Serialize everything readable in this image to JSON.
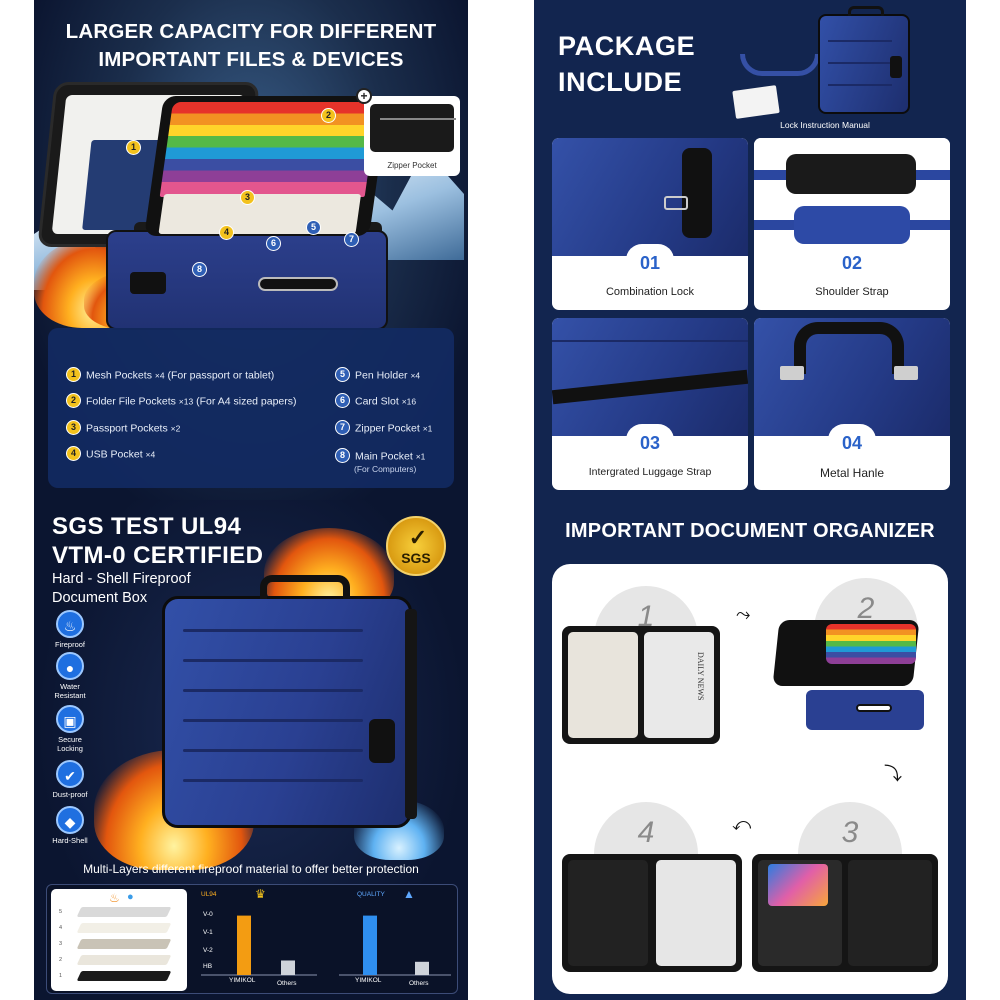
{
  "left_top": {
    "title_line1": "LARGER CAPACITY FOR DIFFERENT",
    "title_line2": "IMPORTANT FILES & DEVICES",
    "zipper_label": "Zipper Pocket",
    "plus_symbol": "+",
    "markers": [
      "1",
      "2",
      "3",
      "4",
      "5",
      "6",
      "7",
      "8"
    ],
    "legend": [
      {
        "num": "1",
        "text": "Mesh Pockets",
        "qty": "×4",
        "extra": "(For passport or tablet)"
      },
      {
        "num": "2",
        "text": "Folder File Pockets",
        "qty": "×13",
        "extra": "(For A4 sized papers)"
      },
      {
        "num": "3",
        "text": "Passport Pockets",
        "qty": "×2",
        "extra": ""
      },
      {
        "num": "4",
        "text": "USB Pocket",
        "qty": "×4",
        "extra": ""
      },
      {
        "num": "5",
        "text": "Pen Holder",
        "qty": "×4",
        "extra": ""
      },
      {
        "num": "6",
        "text": "Card Slot",
        "qty": "×16",
        "extra": ""
      },
      {
        "num": "7",
        "text": "Zipper Pocket",
        "qty": "×1",
        "extra": ""
      },
      {
        "num": "8",
        "text": "Main Pocket",
        "qty": "×1",
        "extra": "(For Computers)"
      }
    ]
  },
  "left_bottom": {
    "title_line1": "SGS TEST UL94",
    "title_line2": "VTM-0 CERTIFIED",
    "subtitle_line1": "Hard - Shell Fireproof",
    "subtitle_line2": "Document Box",
    "badge_text": "SGS",
    "features": [
      {
        "label": "Fireproof",
        "icon": "flame-icon",
        "glyph": "♨"
      },
      {
        "label": "Water Resistant",
        "icon": "water-drop-icon",
        "glyph": "●"
      },
      {
        "label": "Secure Locking",
        "icon": "lock-icon",
        "glyph": "▣"
      },
      {
        "label": "Dust-proof",
        "icon": "shield-icon",
        "glyph": "✔"
      },
      {
        "label": "Hard-Shell",
        "icon": "diamond-icon",
        "glyph": "◆"
      }
    ],
    "multilayer_text": "Multi-Layers different fireproof material to offer better protection",
    "layer_numbers": [
      "5",
      "4",
      "3",
      "2",
      "1"
    ],
    "chart1": {
      "top_label": "UL94",
      "levels": [
        "V-0",
        "V-1",
        "V-2",
        "HB"
      ],
      "bars": [
        "YIMIKOL",
        "Others"
      ],
      "values": [
        0.9,
        0.22
      ]
    },
    "chart2": {
      "top_label": "QUALITY",
      "bars": [
        "YIMIKOL",
        "Others"
      ],
      "values": [
        0.9,
        0.2
      ]
    }
  },
  "right_top": {
    "title_line1": "PACKAGE",
    "title_line2": "INCLUDE",
    "manual_caption": "Lock Instruction Manual",
    "cards": [
      {
        "num": "01",
        "label": "Combination Lock"
      },
      {
        "num": "02",
        "label": "Shoulder Strap"
      },
      {
        "num": "03",
        "label": "Intergrated Luggage Strap"
      },
      {
        "num": "04",
        "label": "Metal Hanle"
      }
    ]
  },
  "right_bottom": {
    "title": "IMPORTANT  DOCUMENT ORGANIZER",
    "steps": [
      "1",
      "2",
      "3",
      "4"
    ],
    "newspaper_text": "DAILY NEWS"
  },
  "colors": {
    "navy": "#12254f",
    "accent_blue": "#2a62c9",
    "yellow": "#f3c21d"
  }
}
